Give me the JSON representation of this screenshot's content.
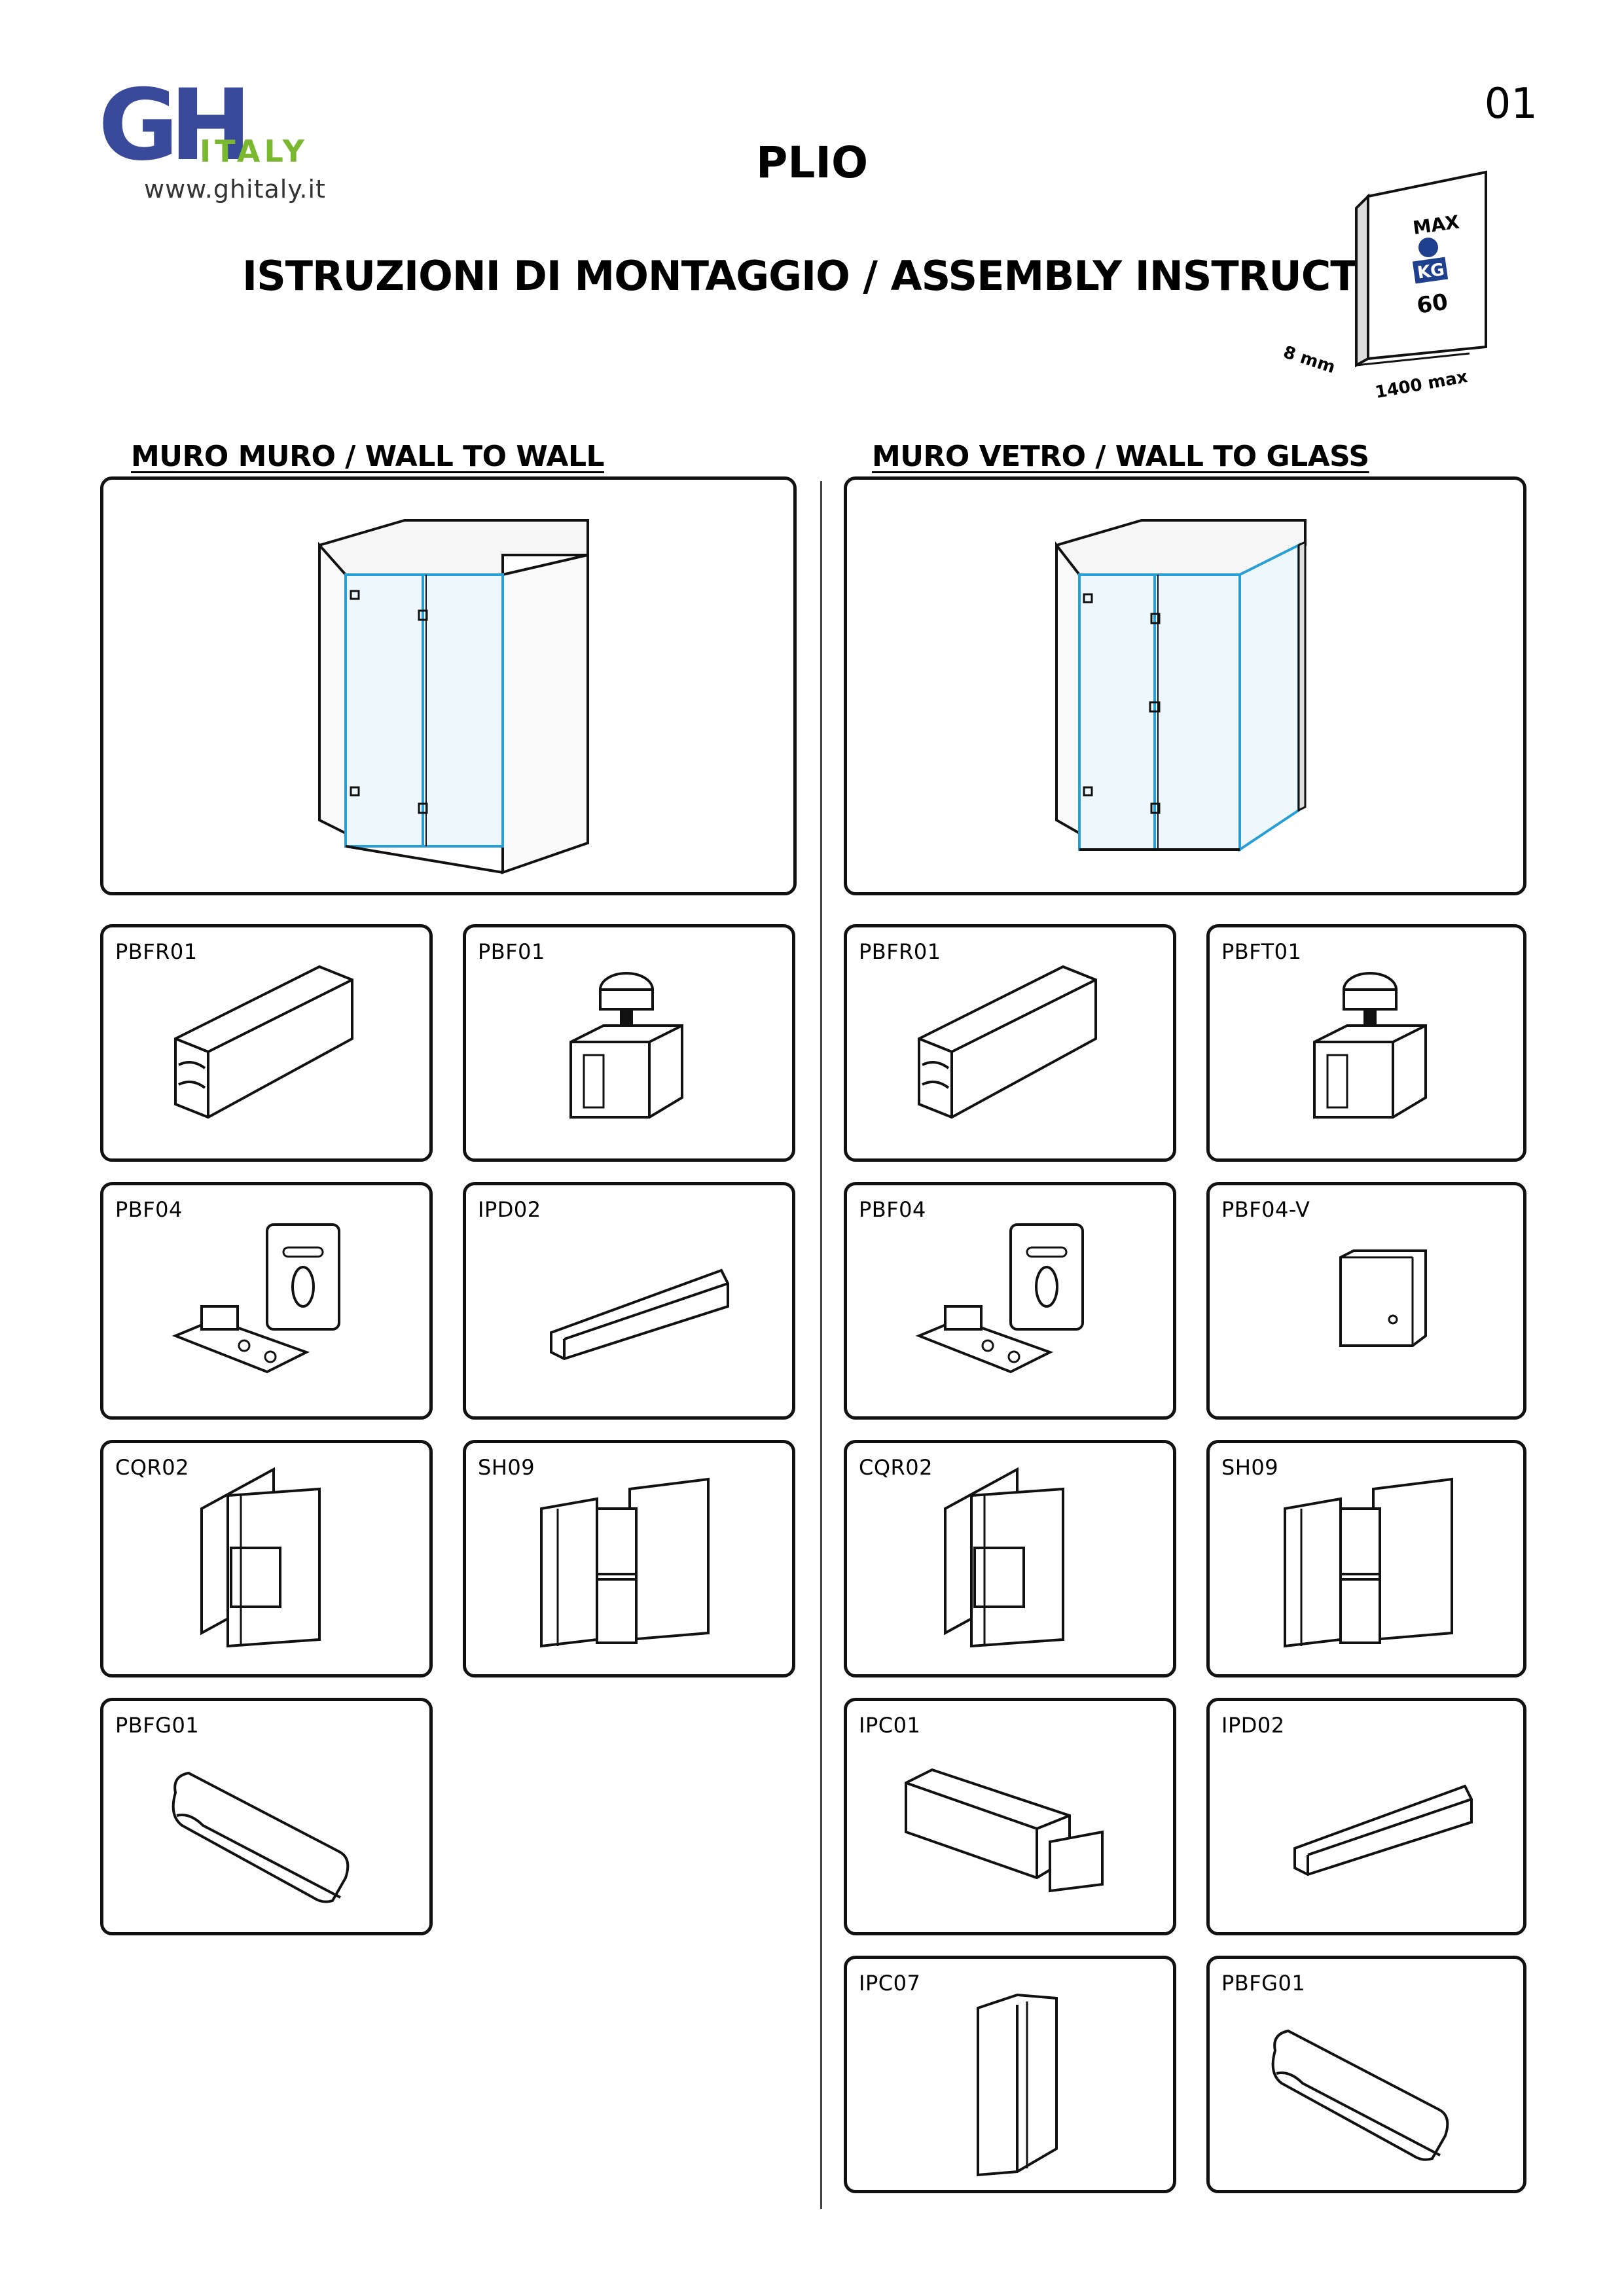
{
  "header": {
    "logo_text": "GH",
    "logo_subtext": "ITALY",
    "website": "www.ghitaly.it",
    "page_number": "01",
    "title": "PLIO",
    "subtitle": "ISTRUZIONI DI MONTAGGIO / ASSEMBLY INSTRUCTIONS"
  },
  "spec": {
    "max_label": "MAX",
    "unit": "KG",
    "weight": "60",
    "thickness": "8 mm",
    "width": "1400 max"
  },
  "colors": {
    "logo_blue": "#3a4a9a",
    "logo_green": "#7ab830",
    "glass_line": "#2a9fd6",
    "badge_blue": "#1f3f8f"
  },
  "sections": {
    "left": {
      "title": "MURO MURO / WALL TO WALL",
      "parts": [
        "PBFR01",
        "PBF01",
        "PBF04",
        "IPD02",
        "CQR02",
        "SH09",
        "PBFG01"
      ]
    },
    "right": {
      "title": "MURO VETRO / WALL TO GLASS",
      "parts": [
        "PBFR01",
        "PBFT01",
        "PBF04",
        "PBF04-V",
        "CQR02",
        "SH09",
        "IPC01",
        "IPD02",
        "IPC07",
        "PBFG01"
      ]
    }
  }
}
